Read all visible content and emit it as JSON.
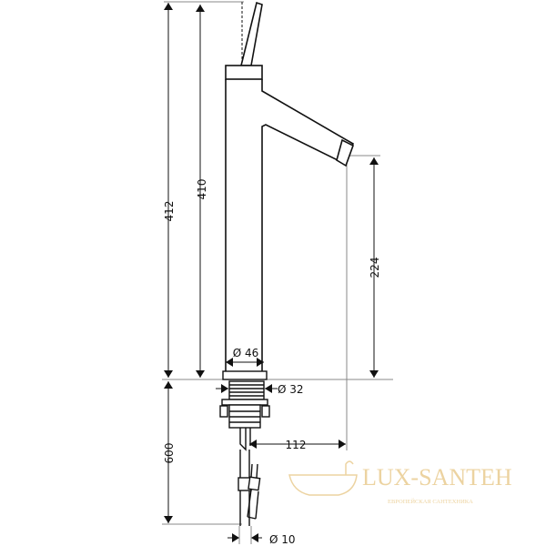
{
  "dimensions": {
    "total_height": "412",
    "lever_height": "410",
    "spout_height": "224",
    "hose_length": "600",
    "spout_reach": "112",
    "base_diameter": "Ø 46",
    "thread_diameter": "Ø 32",
    "hose_diameter": "Ø 10"
  },
  "watermark": {
    "brand": "LUX-SANTEH",
    "tagline": "ЕВРОПЕЙСКАЯ САНТЕХНИКА",
    "color": "#e8c98a"
  },
  "colors": {
    "line": "#111111"
  }
}
